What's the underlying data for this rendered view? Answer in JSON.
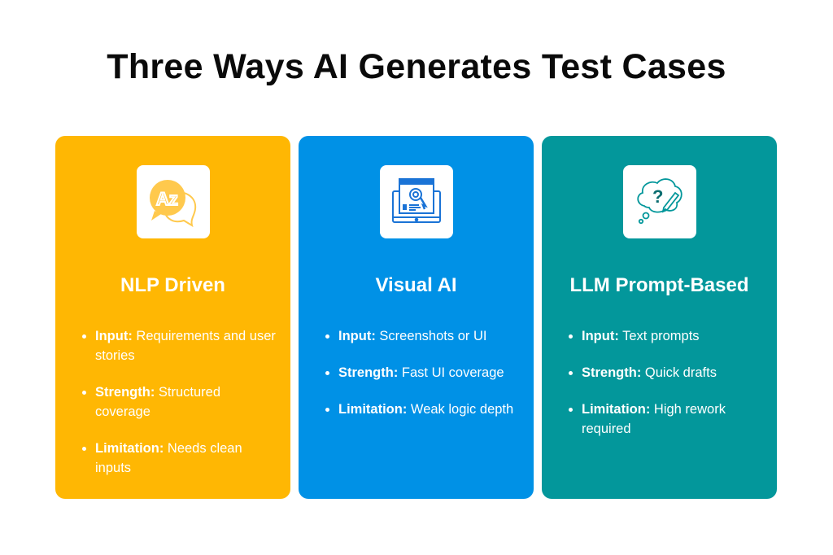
{
  "title": "Three Ways AI Generates Test Cases",
  "cards": [
    {
      "title": "NLP Driven",
      "icon": "az-speech-bubble-icon",
      "color": "#FFB703",
      "items": [
        {
          "label": "Input:",
          "text": " Requirements and user stories"
        },
        {
          "label": "Strength:",
          "text": " Structured coverage"
        },
        {
          "label": "Limitation:",
          "text": " Needs clean inputs"
        }
      ]
    },
    {
      "title": "Visual AI",
      "icon": "screen-scan-icon",
      "color": "#0091E6",
      "items": [
        {
          "label": "Input:",
          "text": " Screenshots or UI"
        },
        {
          "label": "Strength:",
          "text": " Fast UI coverage"
        },
        {
          "label": "Limitation:",
          "text": " Weak logic depth"
        }
      ]
    },
    {
      "title": "LLM Prompt-Based",
      "icon": "thought-question-pencil-icon",
      "color": "#03979B",
      "items": [
        {
          "label": "Input:",
          "text": " Text prompts"
        },
        {
          "label": "Strength:",
          "text": " Quick drafts"
        },
        {
          "label": "Limitation:",
          "text": " High rework required"
        }
      ]
    }
  ]
}
